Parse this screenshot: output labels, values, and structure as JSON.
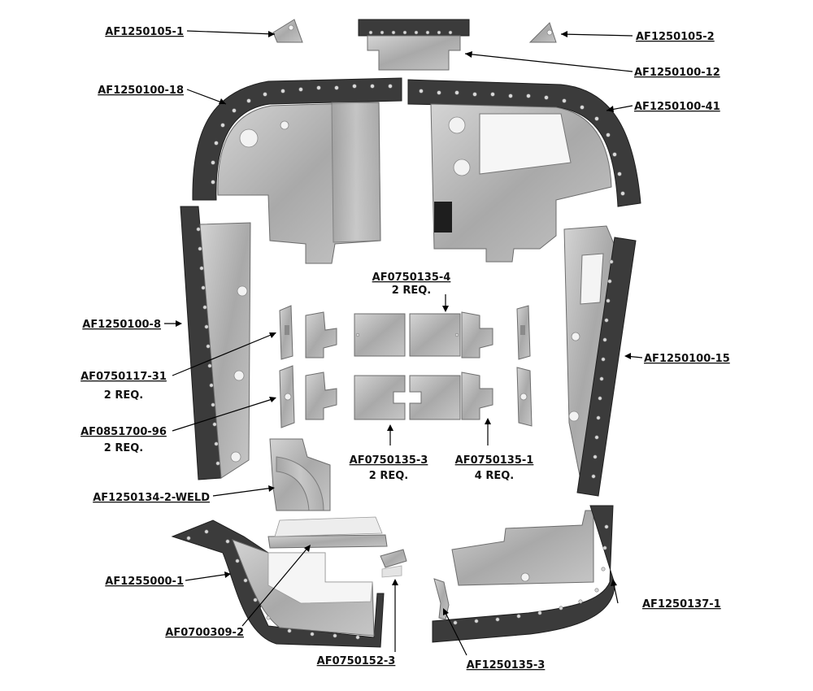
{
  "colors": {
    "metal": "#b9b9b9",
    "rubber": "#3b3b3b",
    "label": "#111111",
    "background": "#ffffff"
  },
  "labels": {
    "af1250105_1": "AF1250105-1",
    "af1250105_2": "AF1250105-2",
    "af1250100_12": "AF1250100-12",
    "af1250100_18": "AF1250100-18",
    "af1250100_41": "AF1250100-41",
    "af0750135_4": "AF0750135-4",
    "af0750135_4_qty": "2 REQ.",
    "af1250100_8": "AF1250100-8",
    "af1250100_15": "AF1250100-15",
    "af0750117_31": "AF0750117-31",
    "af0750117_31_qty": "2 REQ.",
    "af0851700_96": "AF0851700-96",
    "af0851700_96_qty": "2 REQ.",
    "af0750135_3": "AF0750135-3",
    "af0750135_3_qty": "2 REQ.",
    "af0750135_1": "AF0750135-1",
    "af0750135_1_qty": "4 REQ.",
    "af1250134_2_weld": "AF1250134-2-WELD",
    "af1255000_1": "AF1255000-1",
    "af1250137_1": "AF1250137-1",
    "af0700309_2": "AF0700309-2",
    "af0750152_3": "AF0750152-3",
    "af1250135_3": "AF1250135-3"
  }
}
